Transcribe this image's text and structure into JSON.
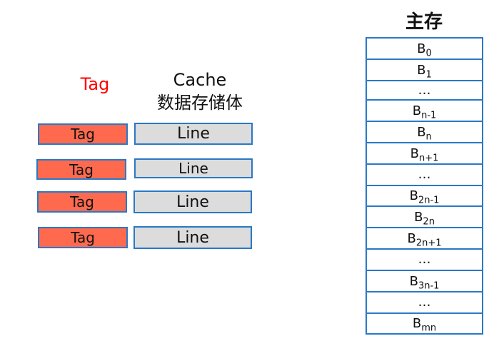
{
  "tag_header": "Tag",
  "cache_header": {
    "line1": "Cache",
    "line2": "数据存储体"
  },
  "cache_rows": [
    {
      "tag": "Tag",
      "line": "Line"
    },
    {
      "tag": "Tag",
      "line": "Line"
    },
    {
      "tag": "Tag",
      "line": "Line"
    },
    {
      "tag": "Tag",
      "line": "Line"
    }
  ],
  "memory": {
    "title": "主存",
    "blocks": [
      {
        "base": "B",
        "sub": "0"
      },
      {
        "base": "B",
        "sub": "1"
      },
      {
        "base": "…",
        "sub": ""
      },
      {
        "base": "B",
        "sub": "n-1"
      },
      {
        "base": "B",
        "sub": "n"
      },
      {
        "base": "B",
        "sub": "n+1"
      },
      {
        "base": "…",
        "sub": ""
      },
      {
        "base": "B",
        "sub": "2n-1"
      },
      {
        "base": "B",
        "sub": "2n"
      },
      {
        "base": "B",
        "sub": "2n+1"
      },
      {
        "base": "…",
        "sub": ""
      },
      {
        "base": "B",
        "sub": "3n-1"
      },
      {
        "base": "…",
        "sub": ""
      },
      {
        "base": "B",
        "sub": "mn"
      }
    ]
  },
  "colors": {
    "tag_fill": "#ff6a4f",
    "line_fill": "#dcdcdc",
    "border": "#2a78c6",
    "tag_header": "#ff0000"
  }
}
